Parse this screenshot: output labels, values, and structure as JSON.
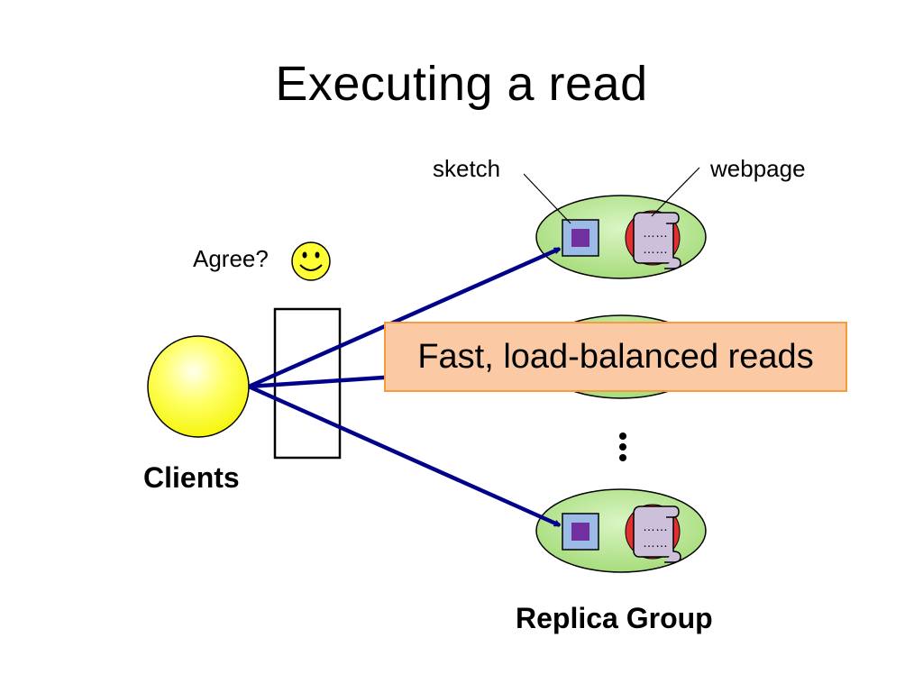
{
  "title": "Executing a read",
  "labels": {
    "sketch": "sketch",
    "webpage": "webpage",
    "agree": "Agree?",
    "clients": "Clients",
    "replica_group": "Replica Group"
  },
  "callout": "Fast, load-balanced reads",
  "icons": {
    "smiley": "smiley-face-icon",
    "sketch": "sketch-square-icon",
    "webpage": "scroll-document-icon",
    "ellipsis": "vertical-ellipsis-icon"
  },
  "colors": {
    "client_fill": "#ffff33",
    "replica_fill": "#b3e58c",
    "arrow": "#00008b",
    "callout_fill": "#fbc9a3",
    "callout_border": "#f59a3d",
    "sketch_outer": "#9bbbe6",
    "sketch_inner": "#7030a0",
    "scroll_fill": "#ccc0da",
    "scroll_back": "#e03030"
  }
}
